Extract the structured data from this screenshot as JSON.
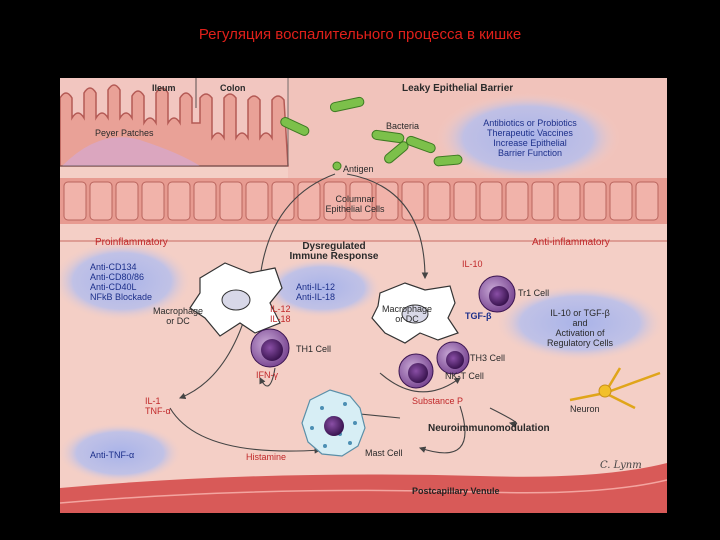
{
  "slide": {
    "title": "Регуляция воспалительного процесса в кишке"
  },
  "diagram": {
    "labels": {
      "ileum": "Ileum",
      "colon": "Colon",
      "peyer_patches": "Peyer Patches",
      "leaky_barrier": "Leaky Epithelial Barrier",
      "bacteria": "Bacteria",
      "antigen": "Antigen",
      "columnar": [
        "Columnar",
        "Epithelial Cells"
      ],
      "therapy": [
        "Antibiotics or Probiotics",
        "Therapeutic Vaccines",
        "Increase Epithelial",
        "Barrier Function"
      ],
      "proinflammatory": "Proinflammatory",
      "anti_inflammatory": "Anti-inflammatory",
      "dysregulated": [
        "Dysregulated",
        "Immune Response"
      ],
      "blockade": [
        "Anti-CD134",
        "Anti-CD80/86",
        "Anti-CD40L",
        "NFkB Blockade"
      ],
      "anti_il": [
        "Anti-IL-12",
        "Anti-IL-18"
      ],
      "il12_il18": [
        "IL-12",
        "IL-18"
      ],
      "il10_top": "IL-10",
      "tr1": "Tr1 Cell",
      "macrophage_left": [
        "Macrophage",
        "or DC"
      ],
      "macrophage_right": [
        "Macrophage",
        "or DC"
      ],
      "tgfb": "TGF-β",
      "il10_tgf": [
        "IL-10 or TGF-β",
        "and",
        "Activation of",
        "Regulatory Cells"
      ],
      "th1": "TH1 Cell",
      "th3": "TH3 Cell",
      "nkt": "NK-T Cell",
      "ifn": "IFN-γ",
      "il1_tnf": [
        "IL-1",
        "TNF-α"
      ],
      "substance_p": "Substance P",
      "neuron": "Neuron",
      "neuroimmuno": "Neuroimmunomodulation",
      "anti_tnf": "Anti-TNF-α",
      "histamine": "Histamine",
      "mast_cell": "Mast Cell",
      "signature": "C. Lynm",
      "venule": "Postcapillary Venule"
    },
    "colors": {
      "background": "#f4cfc6",
      "epithelium": "#e9a197",
      "blue_halo": "#a9b3e8",
      "bacteria": "#7cc04a",
      "cell_purple": "#5a2a73",
      "venule": "#d85a58",
      "neuron": "#f2c02a"
    }
  }
}
